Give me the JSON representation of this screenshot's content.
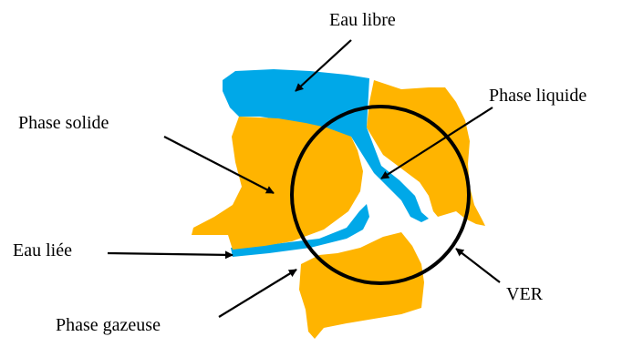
{
  "labels": {
    "eau_libre": "Eau libre",
    "phase_liquide": "Phase liquide",
    "phase_solide": "Phase solide",
    "eau_liee": "Eau liée",
    "ver": "VER",
    "phase_gazeuse": "Phase gazeuse"
  },
  "colors": {
    "solid": "#FFB400",
    "water": "#00A8E8",
    "stroke": "#000000",
    "background": "#FFFFFF"
  }
}
